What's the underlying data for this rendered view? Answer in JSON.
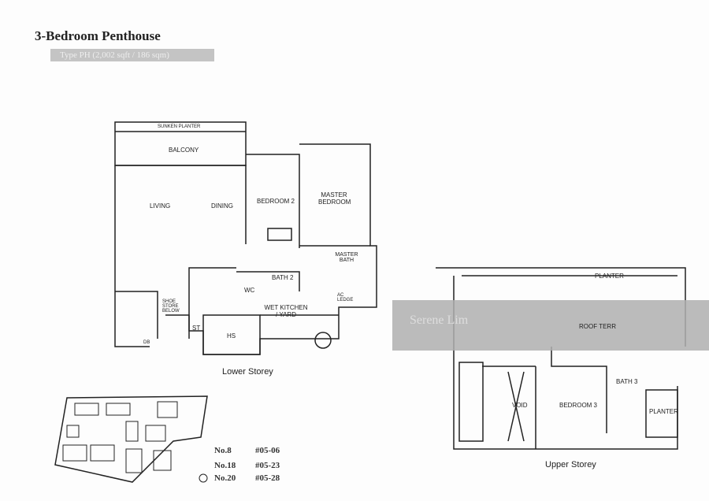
{
  "title": "3-Bedroom Penthouse",
  "subtitle": "Type PH (2,002 sqft / 186 sqm)",
  "lower": {
    "caption": "Lower Storey",
    "rooms": [
      "SUNKEN PLANTER",
      "BALCONY",
      "LIVING",
      "DINING",
      "BEDROOM 2",
      "MASTER BEDROOM",
      "MASTER BATH",
      "BATH 2",
      "WC",
      "SHOE STORE BELOW",
      "WET KITCHEN / YARD",
      "AC LEDGE",
      "ST",
      "HS",
      "DB"
    ]
  },
  "upper": {
    "caption": "Upper Storey",
    "rooms": [
      "PLANTER",
      "ROOF TERR",
      "VOID",
      "BEDROOM 3",
      "BATH 3",
      "PLANTER"
    ]
  },
  "units": [
    {
      "block": "No.8",
      "unit": "#05-06"
    },
    {
      "block": "No.18",
      "unit": "#05-23"
    },
    {
      "block": "No.20",
      "unit": "#05-28"
    }
  ],
  "watermark": "Serene Lim"
}
